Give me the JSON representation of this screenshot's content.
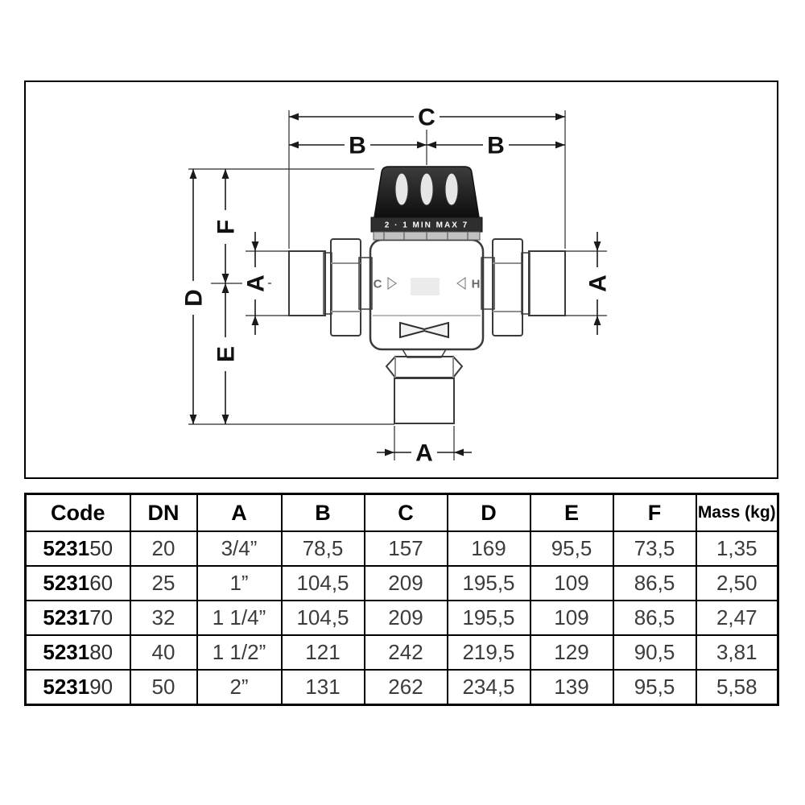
{
  "page": {
    "background": "#ffffff",
    "line_color": "#1a1a1a",
    "border_color": "#000000"
  },
  "diagram": {
    "labels": {
      "c": "C",
      "b_left": "B",
      "b_right": "B",
      "d": "D",
      "f": "F",
      "e": "E",
      "a_left": "A",
      "a_right": "A",
      "a_bottom": "A"
    },
    "valve": {
      "scale_text": "2 · 1   MIN   MAX   7",
      "cold_port": "C",
      "hot_port": "H"
    }
  },
  "table": {
    "headers": [
      "Code",
      "DN",
      "A",
      "B",
      "C",
      "D",
      "E",
      "F",
      "Mass (kg)"
    ],
    "rows": [
      {
        "code_prefix": "5231",
        "code_suffix": "50",
        "dn": "20",
        "a": "3/4”",
        "b": "78,5",
        "c": "157",
        "d": "169",
        "e": "95,5",
        "f": "73,5",
        "mass": "1,35"
      },
      {
        "code_prefix": "5231",
        "code_suffix": "60",
        "dn": "25",
        "a": "1”",
        "b": "104,5",
        "c": "209",
        "d": "195,5",
        "e": "109",
        "f": "86,5",
        "mass": "2,50"
      },
      {
        "code_prefix": "5231",
        "code_suffix": "70",
        "dn": "32",
        "a": "1 1/4”",
        "b": "104,5",
        "c": "209",
        "d": "195,5",
        "e": "109",
        "f": "86,5",
        "mass": "2,47"
      },
      {
        "code_prefix": "5231",
        "code_suffix": "80",
        "dn": "40",
        "a": "1 1/2”",
        "b": "121",
        "c": "242",
        "d": "219,5",
        "e": "129",
        "f": "90,5",
        "mass": "3,81"
      },
      {
        "code_prefix": "5231",
        "code_suffix": "90",
        "dn": "50",
        "a": "2”",
        "b": "131",
        "c": "262",
        "d": "234,5",
        "e": "139",
        "f": "95,5",
        "mass": "5,58"
      }
    ]
  }
}
